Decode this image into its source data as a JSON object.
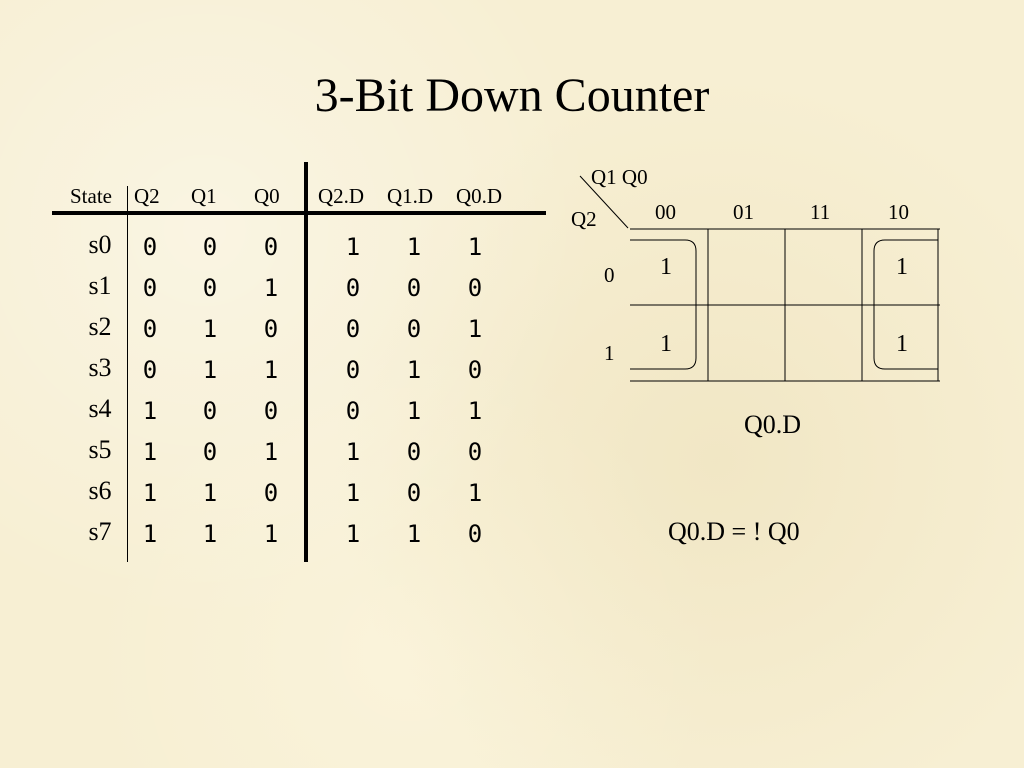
{
  "title": "3-Bit Down Counter",
  "table": {
    "headers": [
      "State",
      "Q2",
      "Q1",
      "Q0",
      "Q2.D",
      "Q1.D",
      "Q0.D"
    ],
    "rows": [
      {
        "state": "s0",
        "bits": [
          "0",
          "0",
          "0",
          "1",
          "1",
          "1"
        ]
      },
      {
        "state": "s1",
        "bits": [
          "0",
          "0",
          "1",
          "0",
          "0",
          "0"
        ]
      },
      {
        "state": "s2",
        "bits": [
          "0",
          "1",
          "0",
          "0",
          "0",
          "1"
        ]
      },
      {
        "state": "s3",
        "bits": [
          "0",
          "1",
          "1",
          "0",
          "1",
          "0"
        ]
      },
      {
        "state": "s4",
        "bits": [
          "1",
          "0",
          "0",
          "0",
          "1",
          "1"
        ]
      },
      {
        "state": "s5",
        "bits": [
          "1",
          "0",
          "1",
          "1",
          "0",
          "0"
        ]
      },
      {
        "state": "s6",
        "bits": [
          "1",
          "1",
          "0",
          "1",
          "0",
          "1"
        ]
      },
      {
        "state": "s7",
        "bits": [
          "1",
          "1",
          "1",
          "1",
          "1",
          "0"
        ]
      }
    ]
  },
  "kmap": {
    "col_var_label": "Q1 Q0",
    "row_var_label": "Q2",
    "col_headers": [
      "00",
      "01",
      "11",
      "10"
    ],
    "row_headers": [
      "0",
      "1"
    ],
    "cells": [
      [
        "1",
        "",
        "",
        "1"
      ],
      [
        "1",
        "",
        "",
        "1"
      ]
    ],
    "caption": "Q0.D",
    "equation": "Q0.D = ! Q0"
  }
}
